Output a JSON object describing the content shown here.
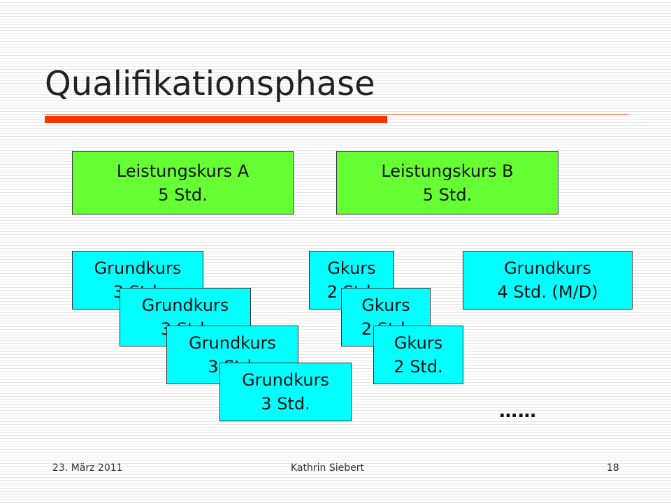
{
  "slide": {
    "title": "Qualifikationsphase",
    "accent_color": "#ff3300",
    "thin_rule_color": "#ff5a1f"
  },
  "diagram": {
    "lk_color": "#66ff33",
    "gk_color": "#00ffff",
    "leistungskurse": [
      {
        "line1": "Leistungskurs A",
        "line2": "5 Std."
      },
      {
        "line1": "Leistungskurs B",
        "line2": "5 Std."
      }
    ],
    "grundkurse_stack": [
      {
        "line1": "Grundkurs",
        "line2": "3 Std."
      },
      {
        "line1": "Grundkurs",
        "line2": "3 Std."
      },
      {
        "line1": "Grundkurs",
        "line2": "3 Std."
      },
      {
        "line1": "Grundkurs",
        "line2": "3 Std."
      }
    ],
    "gkurse_stack": [
      {
        "line1": "Gkurs",
        "line2": "2 Std."
      },
      {
        "line1": "Gkurs",
        "line2": "2 Std."
      },
      {
        "line1": "Gkurs",
        "line2": "2 Std."
      }
    ],
    "grundkurs_md": {
      "line1": "Grundkurs",
      "line2": "4 Std. (M/D)"
    },
    "ellipsis": "……"
  },
  "footer": {
    "date": "23. März 2011",
    "author": "Kathrin Siebert",
    "page": "18"
  }
}
